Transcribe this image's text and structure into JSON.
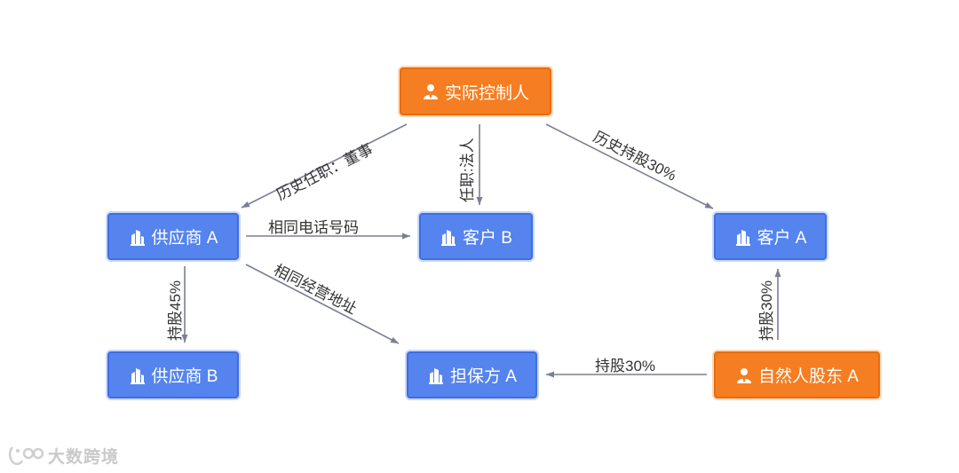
{
  "nodes": {
    "controller": {
      "label": "实际控制人",
      "kind": "person"
    },
    "supplier_a": {
      "label": "供应商 A",
      "kind": "company"
    },
    "customer_b": {
      "label": "客户 B",
      "kind": "company"
    },
    "customer_a": {
      "label": "客户 A",
      "kind": "company"
    },
    "supplier_b": {
      "label": "供应商 B",
      "kind": "company"
    },
    "guarantor_a": {
      "label": "担保方 A",
      "kind": "company"
    },
    "shareholder_a": {
      "label": "自然人股东 A",
      "kind": "person"
    }
  },
  "edges": {
    "history_position": "历史任职：董事",
    "legal_person": "任职:法人",
    "history_shares": "历史持股30%",
    "same_phone": "相同电话号码",
    "same_address": "相同经营地址",
    "shares_45": "持股45%",
    "shares_30_up": "持股30%",
    "shares_30_left": "持股30%"
  },
  "colors": {
    "company_fill": "#5584ee",
    "person_fill": "#f57e22",
    "edge": "#7b7f93"
  },
  "watermark": {
    "text": "大数跨境"
  }
}
